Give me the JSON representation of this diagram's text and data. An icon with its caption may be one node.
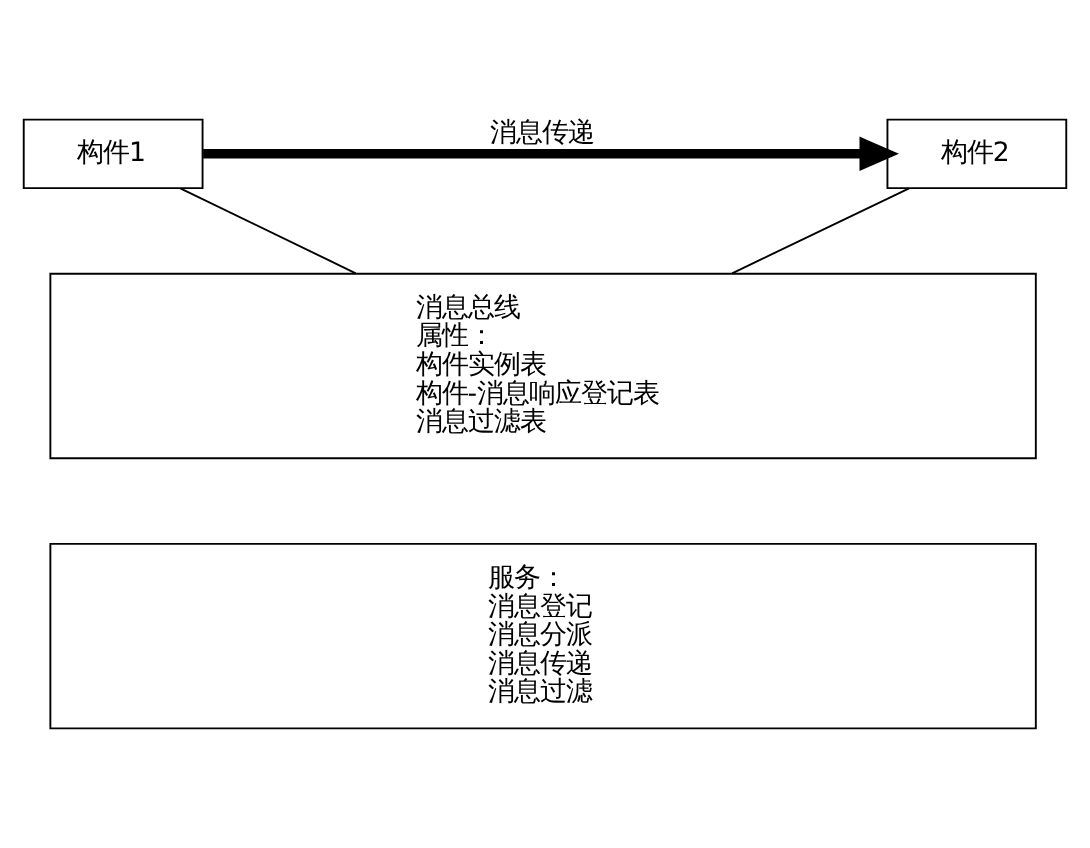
{
  "diagram": {
    "nodes": [
      {
        "text": [
          "构件1"
        ]
      },
      {
        "text": [
          "构件2"
        ]
      },
      {
        "text": [
          "消息总线",
          "属性：",
          "构件实例表",
          "构件-消息响应登记表",
          "消息过滤表"
        ]
      },
      {
        "text": [
          "服务：",
          "消息登记",
          "消息分派",
          "消息传递",
          "消息过滤"
        ]
      }
    ],
    "edges": [
      {
        "from": 0,
        "to": 2,
        "arrow": "none"
      },
      {
        "from": 1,
        "to": 2,
        "arrow": "none"
      },
      {
        "from": 0,
        "to": 1,
        "arrow": "to",
        "label": "消息传递",
        "style": "thick"
      }
    ]
  }
}
